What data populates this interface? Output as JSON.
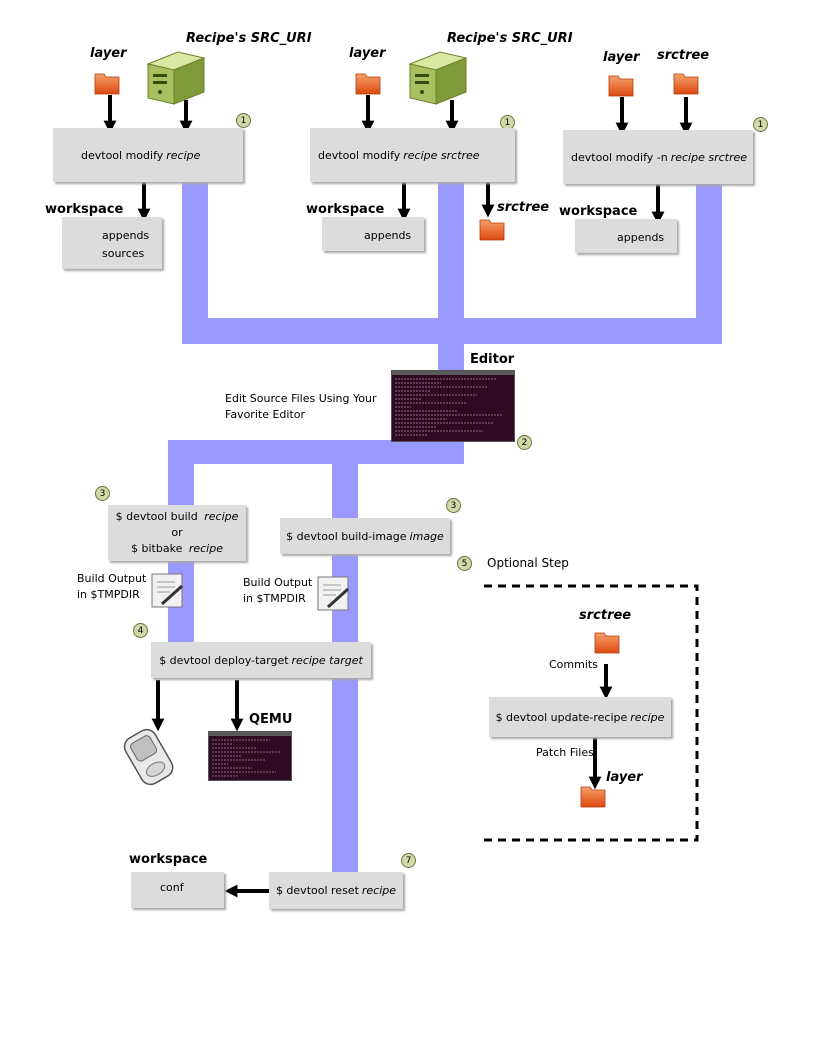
{
  "top": {
    "recipe_src_uri_label": "Recipe's SRC_URI",
    "layer_label": "layer",
    "srctree_label": "srctree",
    "col1_command_prefix": "devtool modify ",
    "col1_command_arg": "recipe",
    "col2_command_prefix": "devtool modify ",
    "col2_command_arg": "recipe srctree",
    "col3_command_prefix": "devtool modify -n ",
    "col3_command_arg": "recipe srctree",
    "workspace_label": "workspace",
    "appends_label": "appends",
    "sources_label": "sources",
    "srctree_output_label": "srctree"
  },
  "editor": {
    "title": "Editor",
    "description_line1": "Edit Source Files Using Your",
    "description_line2": "Favorite Editor"
  },
  "build": {
    "build_cmd_prefix": "$ devtool build ",
    "build_cmd_arg": "recipe",
    "or_label": "or",
    "bitbake_cmd_prefix": "$ bitbake ",
    "bitbake_cmd_arg": "recipe",
    "build_image_prefix": "$ devtool build-image ",
    "build_image_arg": "image",
    "output_line1": "Build Output",
    "output_line2": "in $TMPDIR",
    "deploy_prefix": "$ devtool deploy-target ",
    "deploy_arg": "recipe target",
    "qemu_label": "QEMU"
  },
  "optional": {
    "title": "Optional Step",
    "srctree_label": "srctree",
    "commits_label": "Commits",
    "update_prefix": "$ devtool update-recipe ",
    "update_arg": "recipe",
    "patch_files_label": "Patch Files",
    "layer_label": "layer"
  },
  "reset": {
    "workspace_label": "workspace",
    "conf_label": "conf",
    "reset_prefix": "$ devtool reset ",
    "reset_arg": "recipe"
  },
  "steps": {
    "s1": "1",
    "s2": "2",
    "s3": "3",
    "s4": "4",
    "s5": "5",
    "s7": "7"
  },
  "colors": {
    "pipe": "#9999ff",
    "box": "#dcdcdc",
    "folder": "#e8561a",
    "badge": "#cfd8a6",
    "terminal": "#2f0a24"
  }
}
